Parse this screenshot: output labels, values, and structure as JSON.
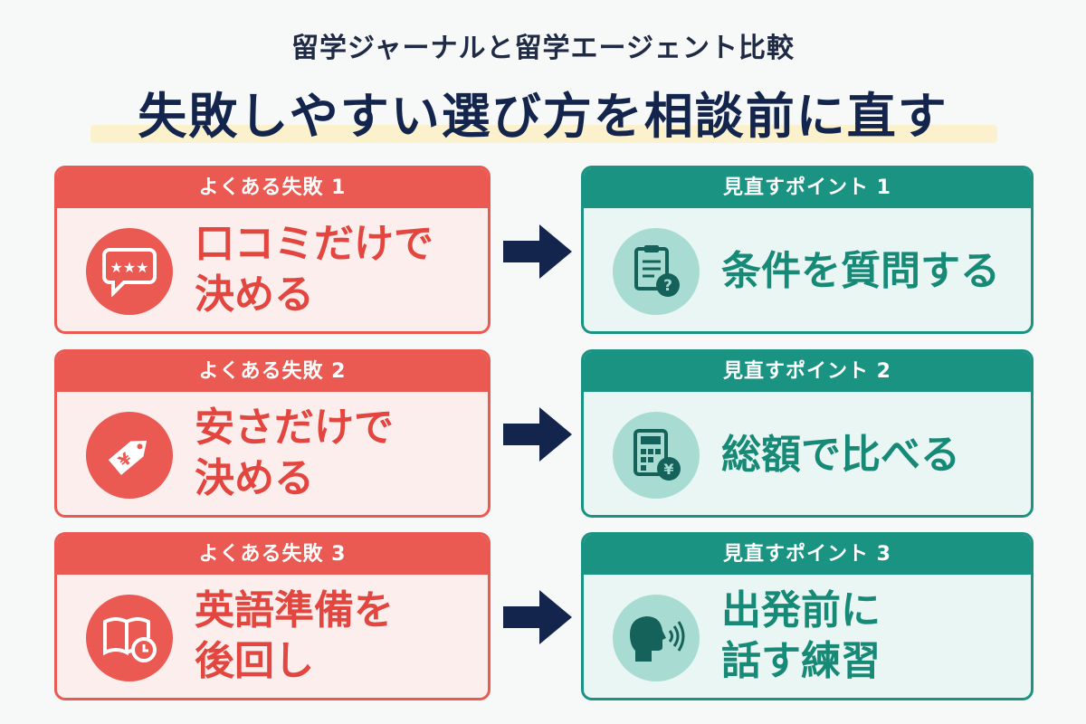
{
  "header": {
    "subtitle": "留学ジャーナルと留学エージェント比較",
    "title": "失敗しやすい選び方を相談前に直す"
  },
  "rows": [
    {
      "fail": {
        "label": "よくある失敗 1",
        "line1": "口コミだけで",
        "line2": "決める",
        "icon": "review-speech-bubble-icon"
      },
      "fix": {
        "label": "見直すポイント 1",
        "line1": "条件を質問する",
        "line2": "",
        "icon": "checklist-question-icon"
      }
    },
    {
      "fail": {
        "label": "よくある失敗 2",
        "line1": "安さだけで",
        "line2": "決める",
        "icon": "yen-price-tag-icon"
      },
      "fix": {
        "label": "見直すポイント 2",
        "line1": "総額で比べる",
        "line2": "",
        "icon": "calculator-yen-icon"
      }
    },
    {
      "fail": {
        "label": "よくある失敗 3",
        "line1": "英語準備を",
        "line2": "後回し",
        "icon": "book-clock-icon"
      },
      "fix": {
        "label": "見直すポイント 3",
        "line1": "出発前に",
        "line2": "話す練習",
        "icon": "speaking-head-icon"
      }
    }
  ],
  "colors": {
    "fail": "#ea5a52",
    "fix": "#1b9382",
    "title": "#14254d",
    "arrow": "#14254d"
  }
}
